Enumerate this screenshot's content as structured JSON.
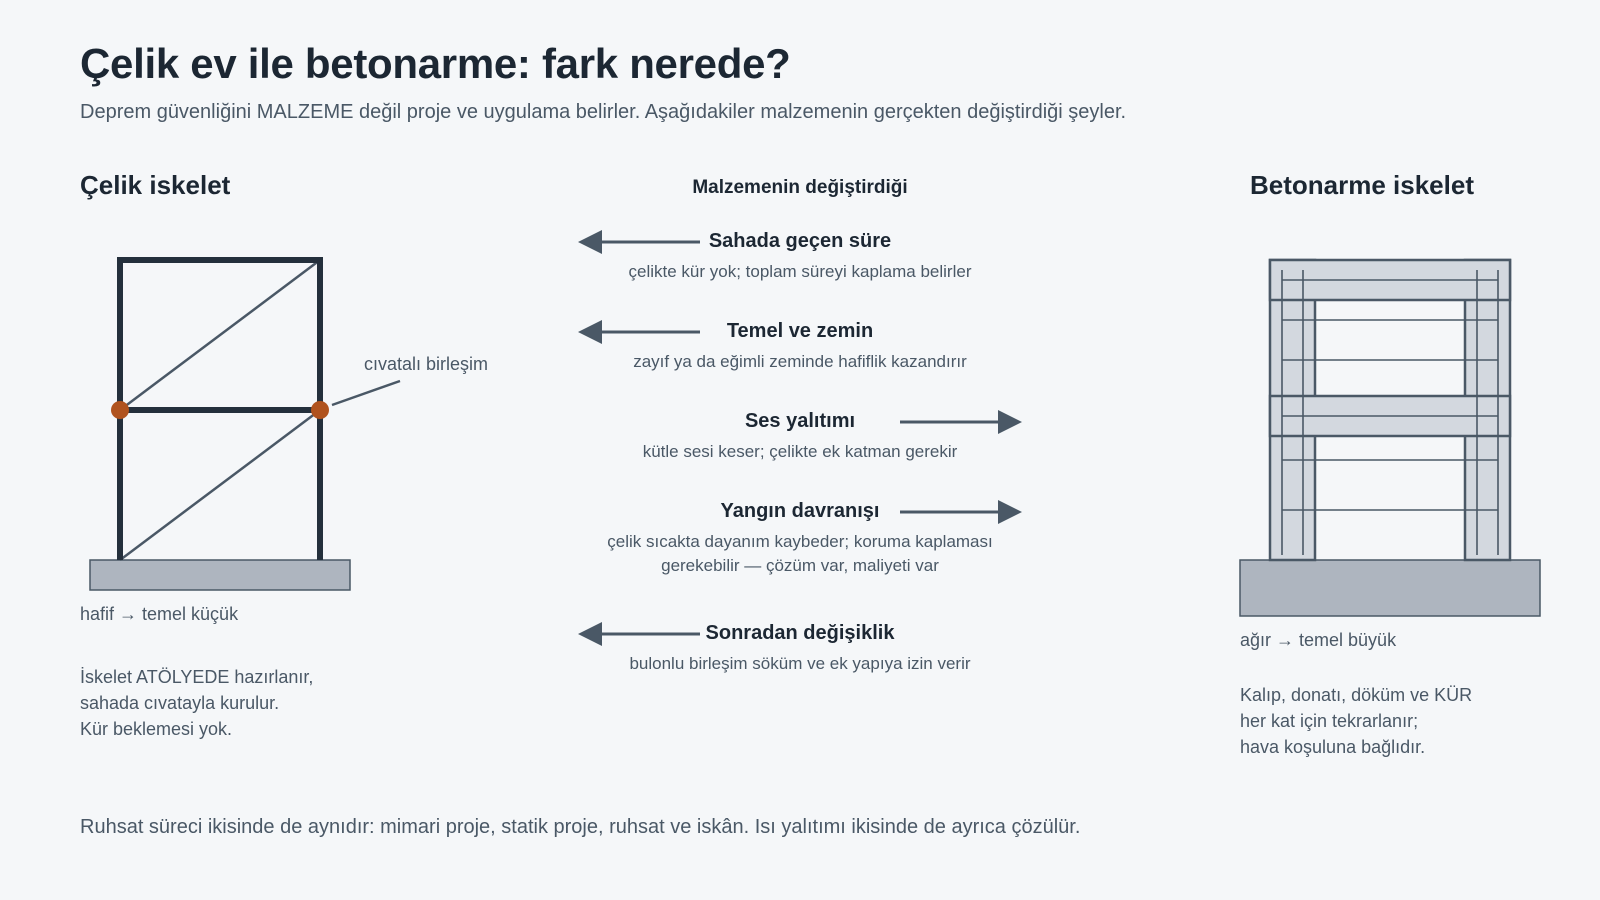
{
  "header": {
    "title": "Çelik ev ile betonarme: fark nerede?",
    "subtitle": "Deprem güvenliğini MALZEME değil proje ve uygulama belirler. Aşağıdakiler malzemenin gerçekten değiştirdiği şeyler."
  },
  "steel": {
    "heading": "Çelik iskelet",
    "callout": "cıvatalı birleşim",
    "foundation_note": "hafif → temel küçük",
    "lines": [
      "İskelet ATÖLYEDE hazırlanır,",
      "sahada cıvatayla kurulur.",
      "Kür beklemesi yok."
    ]
  },
  "concrete": {
    "heading": "Betonarme iskelet",
    "foundation_note": "ağır → temel büyük",
    "lines": [
      "Kalıp, donatı, döküm ve KÜR",
      "her kat için tekrarlanır;",
      "hava koşuluna bağlıdır."
    ]
  },
  "comparison": {
    "heading": "Malzemenin değiştirdiği",
    "items": [
      {
        "title": "Sahada geçen süre",
        "desc": "çelikte kür yok; toplam süreyi kaplama belirler",
        "favors": "steel"
      },
      {
        "title": "Temel ve zemin",
        "desc": "zayıf ya da eğimli zeminde hafiflik kazandırır",
        "favors": "steel"
      },
      {
        "title": "Ses yalıtımı",
        "desc": "kütle sesi keser; çelikte ek katman gerekir",
        "favors": "concrete"
      },
      {
        "title": "Yangın davranışı",
        "desc": "çelik sıcakta dayanım kaybeder; koruma kaplaması",
        "desc2": "gerekebilir — çözüm var, maliyeti var",
        "favors": "concrete"
      },
      {
        "title": "Sonradan değişiklik",
        "desc": "bulonlu birleşim söküm ve ek yapıya izin verir",
        "favors": "steel"
      }
    ]
  },
  "footer": {
    "text": "Ruhsat süreci ikisinde de aynıdır: mimari proje, statik proje, ruhsat ve iskân. Isı yalıtımı ikisinde de ayrıca çözülür."
  },
  "colors": {
    "steel_frame": "#24303c",
    "joint": "#b0531e",
    "concrete_fill": "#d3d8df",
    "foundation": "#aeb5bf",
    "arrow": "#4a5866"
  }
}
